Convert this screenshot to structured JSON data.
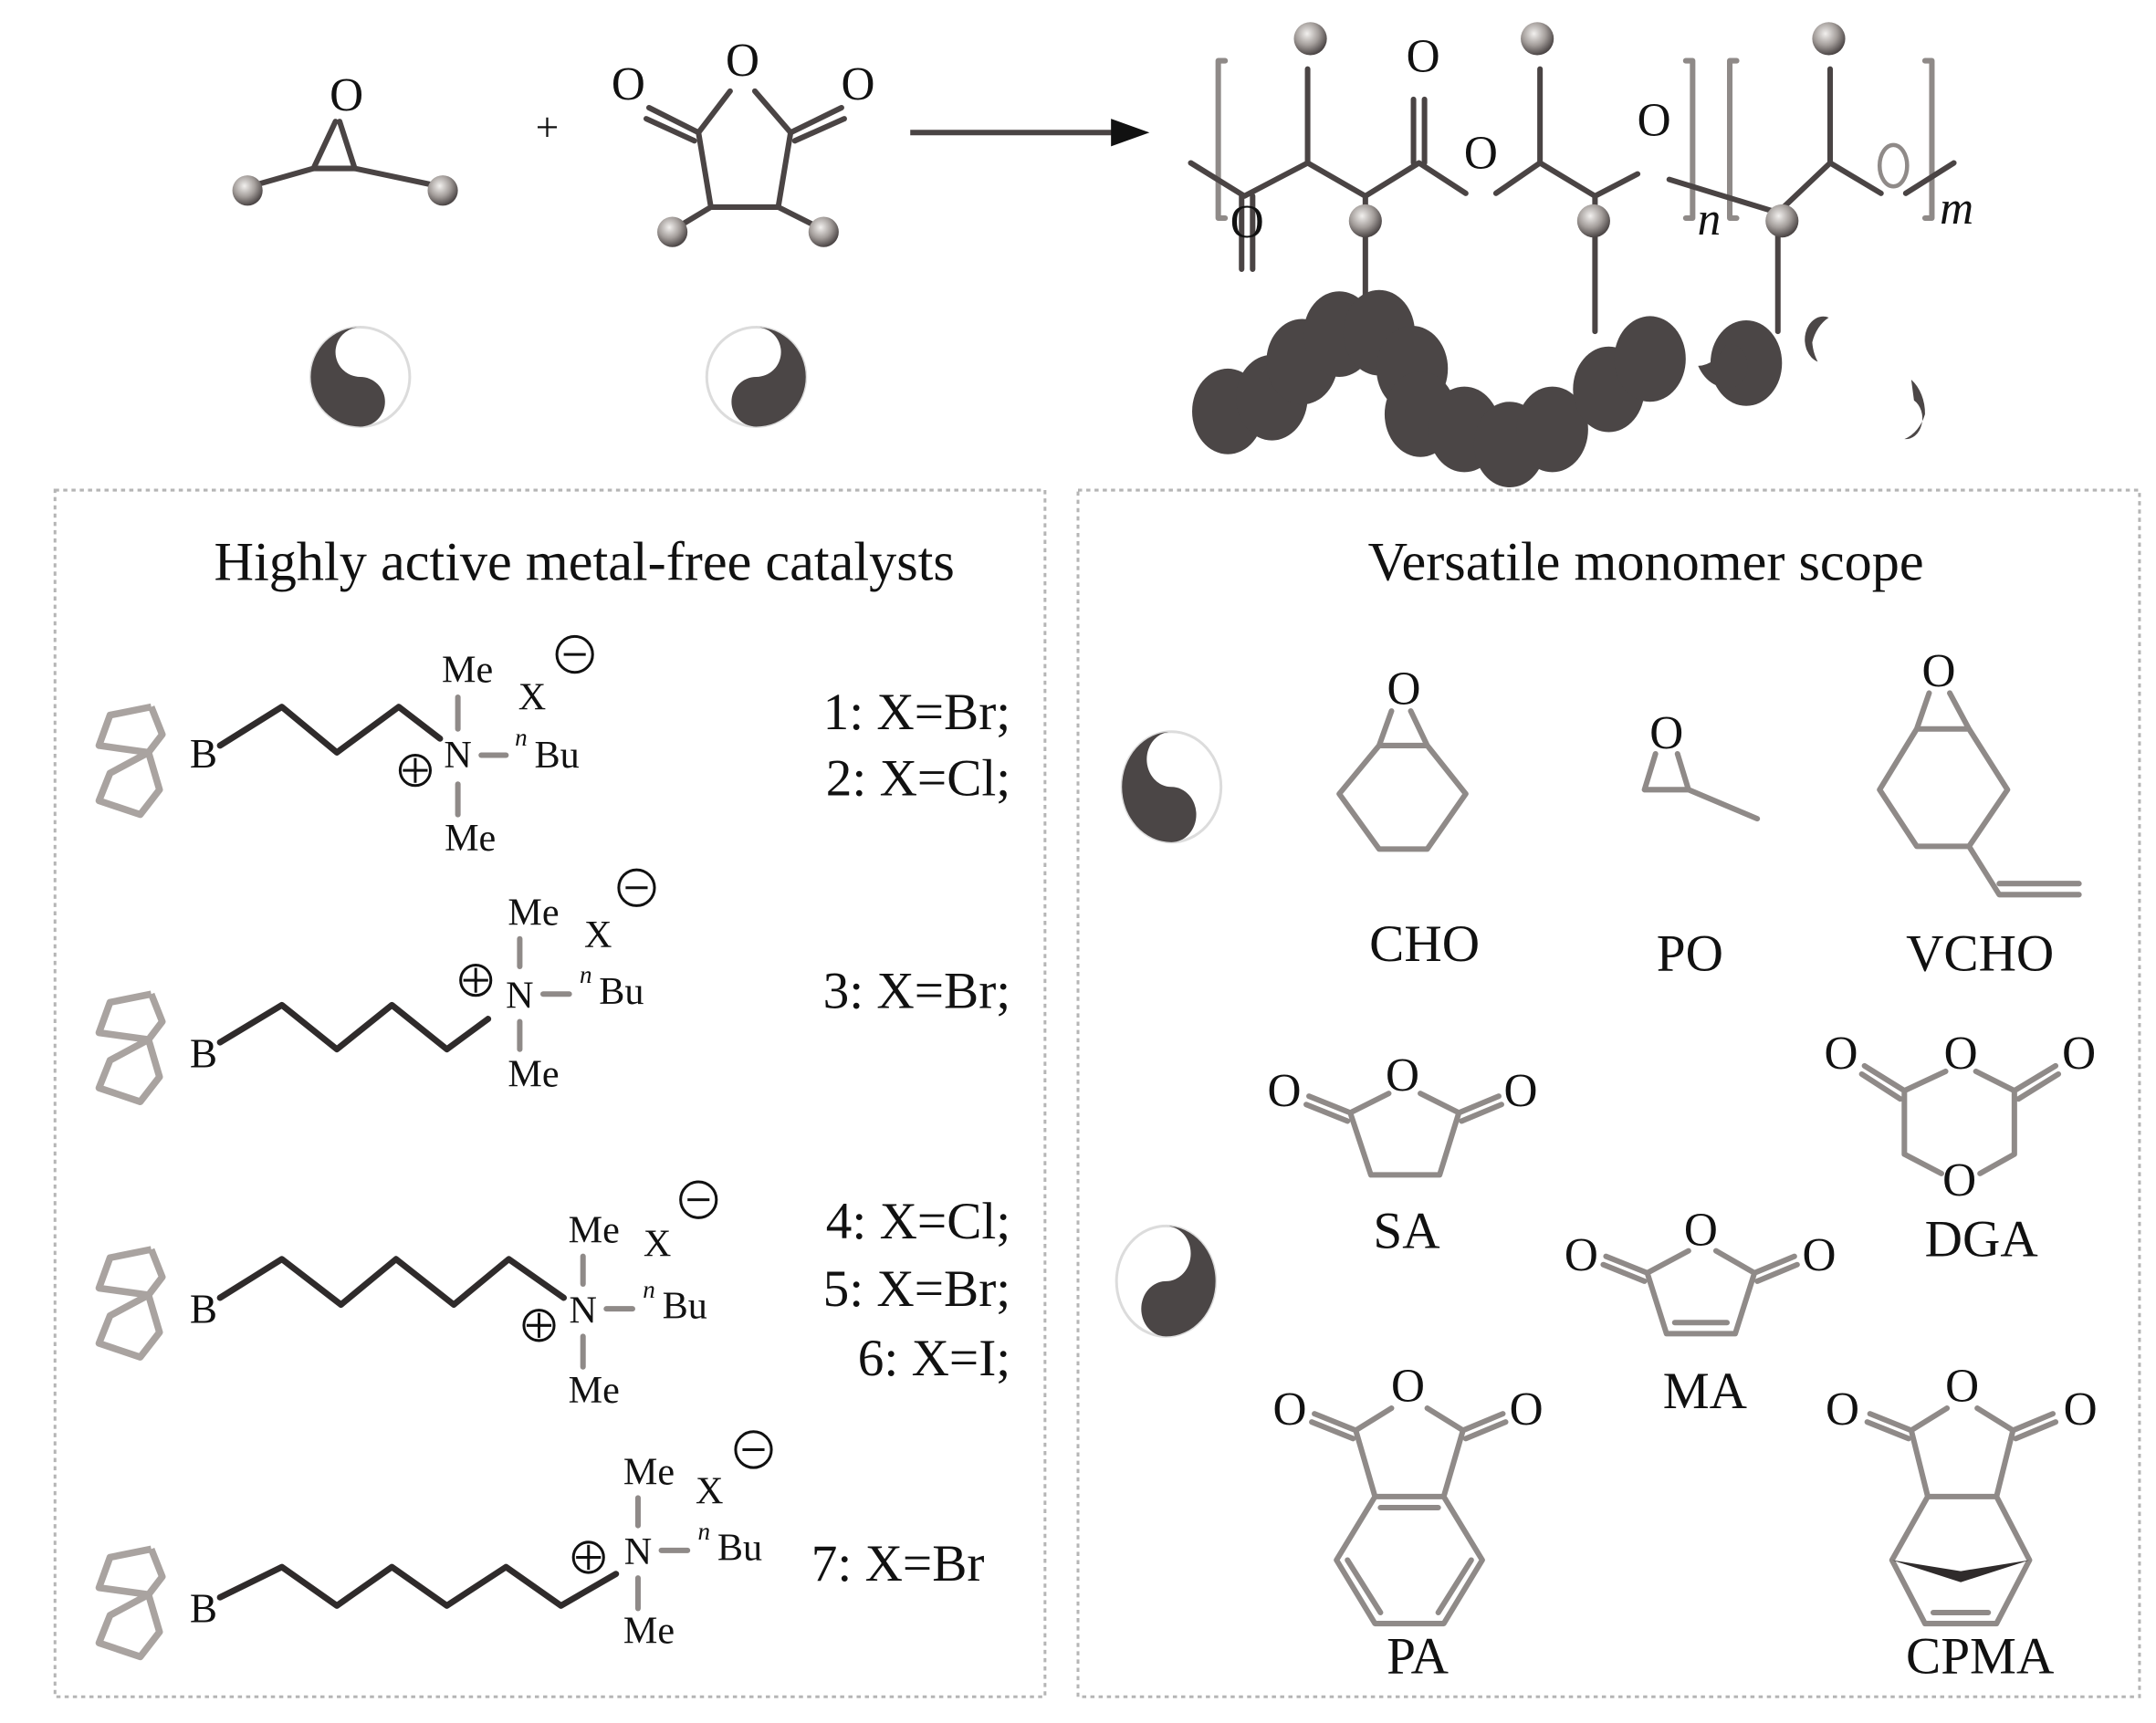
{
  "reaction": {
    "plus": "+",
    "epoxide_label": "O",
    "anhydride_labels": [
      "O",
      "O",
      "O"
    ],
    "polymer_labels": {
      "carbonyl_o_top": "O",
      "carbonyl_o_bottom": "O",
      "ester_o": "O",
      "ether_o": "O",
      "ether_o_2": "O",
      "subscript_n": "n",
      "subscript_m": "m"
    }
  },
  "catalysts_panel": {
    "title": "Highly active metal-free catalysts",
    "structures": [
      {
        "boron": "B",
        "me_top": "Me",
        "me_bottom": "Me",
        "nitrogen": "N",
        "butyl_prefix": "n",
        "butyl": "Bu",
        "anion": "X",
        "entries": [
          "1: X=Br;",
          "2: X=Cl;"
        ]
      },
      {
        "boron": "B",
        "me_top": "Me",
        "me_bottom": "Me",
        "nitrogen": "N",
        "butyl_prefix": "n",
        "butyl": "Bu",
        "anion": "X",
        "entries": [
          "3: X=Br;"
        ]
      },
      {
        "boron": "B",
        "me_top": "Me",
        "me_bottom": "Me",
        "nitrogen": "N",
        "butyl_prefix": "n",
        "butyl": "Bu",
        "anion": "X",
        "entries": [
          "4: X=Cl;",
          "5: X=Br;",
          "6: X=I;"
        ]
      },
      {
        "boron": "B",
        "me_top": "Me",
        "me_bottom": "Me",
        "nitrogen": "N",
        "butyl_prefix": "n",
        "butyl": "Bu",
        "anion": "X",
        "entries": [
          "7: X=Br"
        ]
      }
    ]
  },
  "monomer_panel": {
    "title": "Versatile monomer scope",
    "epoxides": [
      {
        "name": "CHO",
        "o": "O"
      },
      {
        "name": "PO",
        "o": "O"
      },
      {
        "name": "VCHO",
        "o": "O"
      }
    ],
    "anhydrides": [
      {
        "name": "SA",
        "o": [
          "O",
          "O",
          "O"
        ]
      },
      {
        "name": "DGA",
        "o": [
          "O",
          "O",
          "O",
          "O"
        ]
      },
      {
        "name": "MA",
        "o": [
          "O",
          "O",
          "O"
        ]
      },
      {
        "name": "PA",
        "o": [
          "O",
          "O",
          "O"
        ]
      },
      {
        "name": "CPMA",
        "o": [
          "O",
          "O",
          "O"
        ]
      }
    ]
  }
}
